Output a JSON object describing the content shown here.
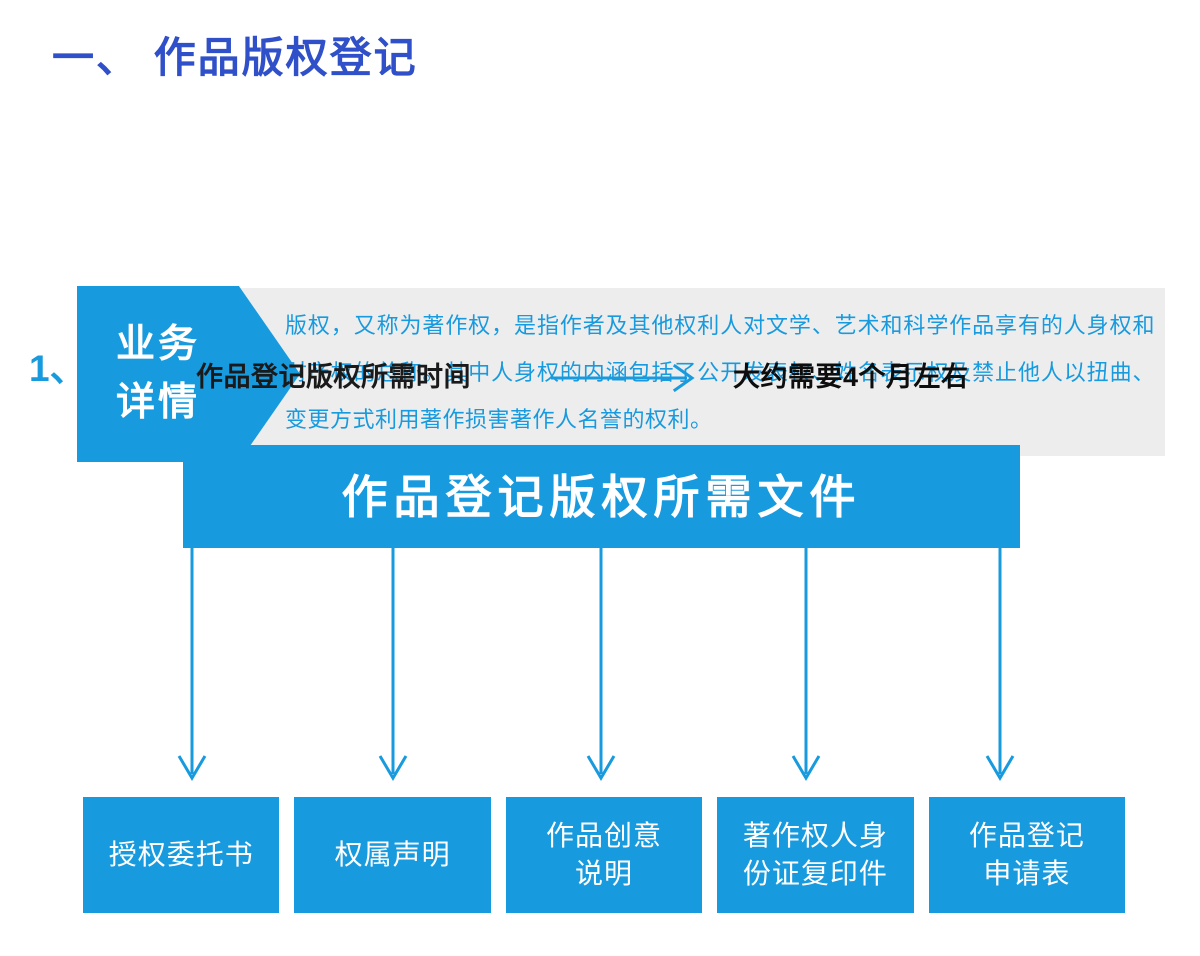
{
  "colors": {
    "title_blue": "#2f50c8",
    "brand_blue": "#189ade",
    "panel_gray": "#ededed",
    "text_dark": "#1a1a1a",
    "white": "#ffffff"
  },
  "page": {
    "section_title": "一、 作品版权登记"
  },
  "detail": {
    "number": "1、",
    "tag_line1": "业务",
    "tag_line2": "详情",
    "body": "版权，又称为著作权，是指作者及其他权利人对文学、艺术和科学作品享有的人身权和财产权的总称。其中人身权的内涵包括了公开发表权、姓名表示权及禁止他人以扭曲、变更方式利用著作损害著作人名誉的权利。"
  },
  "duration": {
    "label": "作品登记版权所需时间",
    "arrow_icon": "arrow-right-icon",
    "value": "大约需要4个月左右"
  },
  "documents": {
    "header_title": "作品登记版权所需文件",
    "items": [
      {
        "label": "授权委托书"
      },
      {
        "label": "权属声明"
      },
      {
        "label": "作品创意\n说明"
      },
      {
        "label": "著作权人身\n份证复印件"
      },
      {
        "label": "作品登记\n申请表"
      }
    ]
  }
}
